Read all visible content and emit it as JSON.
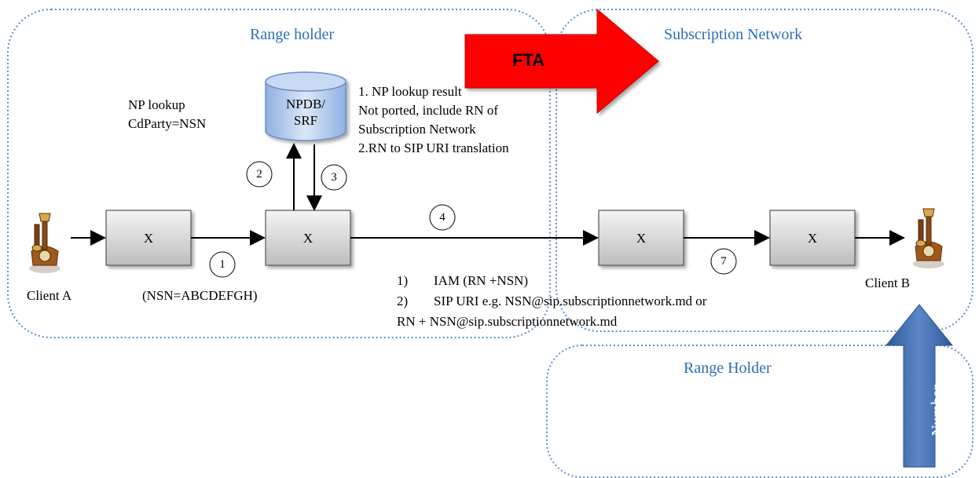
{
  "regions": {
    "range_holder_top": "Range holder",
    "subscription_network": "Subscription Network",
    "range_holder_bottom": "Range Holder"
  },
  "fta_label": "FTA",
  "number_label": "Number",
  "nodes": {
    "x1": "X",
    "x2": "X",
    "x3": "X",
    "x4": "X",
    "db_line1": "NPDB/",
    "db_line2": "SRF"
  },
  "clients": {
    "a": "Client A",
    "b": "Client B"
  },
  "steps": {
    "s1": "1",
    "s2": "2",
    "s3": "3",
    "s4": "4",
    "s7": "7"
  },
  "annotations": {
    "np_lookup_1": "NP lookup",
    "np_lookup_2": "CdParty=NSN",
    "nsn": "(NSN=ABCDEFGH)",
    "result_1": "1. NP lookup result",
    "result_2": "Not ported, include RN of",
    "result_3": "Subscription Network",
    "result_4": "2.RN to SIP URI translation",
    "iam_num": "1)",
    "iam_text": "IAM (RN +NSN)",
    "sip_num": "2)",
    "sip_text": "SIP URI e.g. NSN@sip.subscriptionnetwork.md or",
    "sip_text2": "RN + NSN@sip.subscriptionnetwork.md"
  },
  "colors": {
    "region_border": "#5b8fc9",
    "region_title": "#2a6fb8",
    "fta_arrow": "#ff0000",
    "number_arrow": "#3f6db0",
    "db_fill": "#a9c3ea"
  }
}
